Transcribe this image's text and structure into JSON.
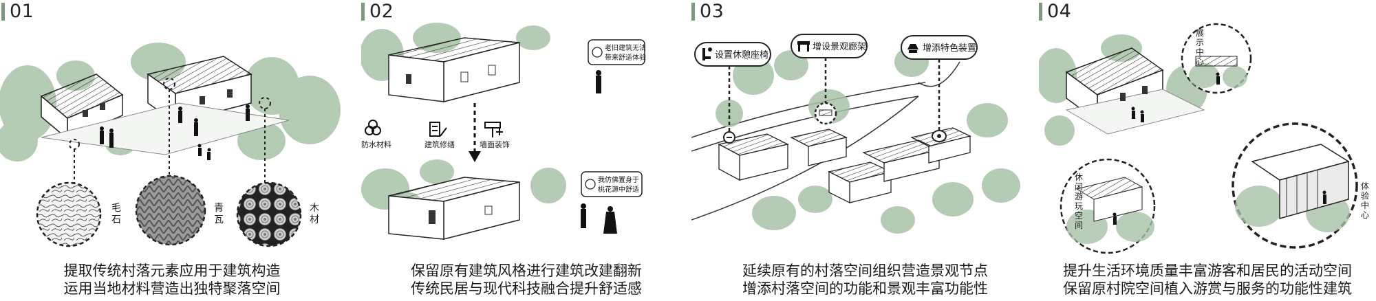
{
  "panels": [
    {
      "number": "01",
      "materials": [
        "毛石",
        "青瓦",
        "木材"
      ],
      "caption": [
        "提取传统村落元素应用于建筑构造",
        "运用当地材料营造出独特聚落空间"
      ]
    },
    {
      "number": "02",
      "bubble_top": [
        "老旧建筑无法",
        "带来舒适体验"
      ],
      "bubble_bottom": [
        "我仿佛置身于",
        "桃花源中舒适"
      ],
      "icons": [
        "防水材料",
        "建筑修缮",
        "墙面装饰"
      ],
      "caption": [
        "保留原有建筑风格进行建筑改建翻新",
        "传统民居与现代科技融合提升舒适感"
      ]
    },
    {
      "number": "03",
      "tags": [
        "设置休憩座椅",
        "增设景观廊架",
        "增添特色装置"
      ],
      "caption": [
        "延续原有的村落空间组织营造景观节点",
        "增添村落空间的功能和景观丰富功能性"
      ]
    },
    {
      "number": "04",
      "zones": [
        "展示中心",
        "休闲游玩空间",
        "体验中心"
      ],
      "caption": [
        "提升生活环境质量丰富游客和居民的活动空间",
        "保留原村院空间植入游赏与服务的功能性建筑"
      ]
    }
  ],
  "colors": {
    "accent": "#7e9a7e",
    "tree": "#a8c2a8",
    "ink": "#1a1a1a"
  }
}
